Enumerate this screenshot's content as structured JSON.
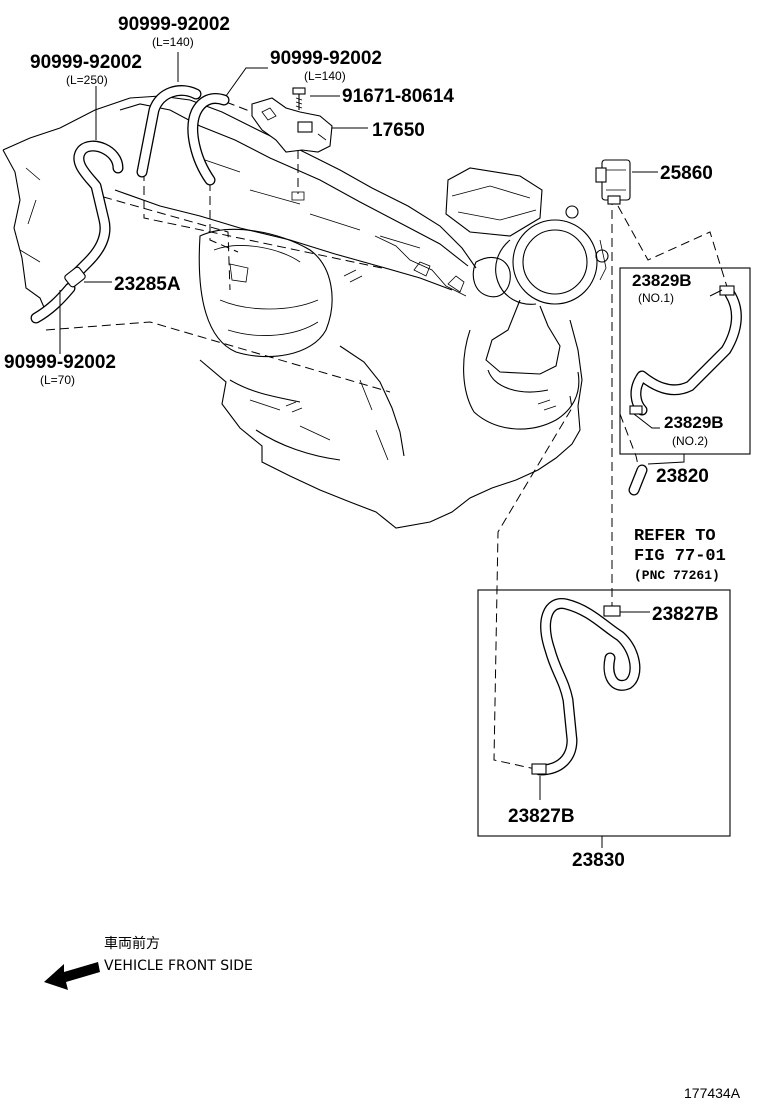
{
  "parts": {
    "hose_upper_left": {
      "number": "90999-92002",
      "length": "(L=140)"
    },
    "hose_left": {
      "number": "90999-92002",
      "length": "(L=250)"
    },
    "hose_upper_right": {
      "number": "90999-92002",
      "length": "(L=140)"
    },
    "hose_lower_left": {
      "number": "90999-92002",
      "length": "(L=70)"
    },
    "bolt": {
      "number": "91671-80614"
    },
    "vsv_bracket": {
      "number": "17650"
    },
    "vsv": {
      "number": "25860"
    },
    "filter": {
      "number": "23285A"
    },
    "clamp_no1": {
      "number": "23829B",
      "sub": "(NO.1)"
    },
    "clamp_no2": {
      "number": "23829B",
      "sub": "(NO.2)"
    },
    "hose_assy_upper": {
      "number": "23820"
    },
    "clamp_lower_top": {
      "number": "23827B"
    },
    "clamp_lower_bottom": {
      "number": "23827B"
    },
    "hose_assy_lower": {
      "number": "23830"
    }
  },
  "reference": {
    "line1": "REFER TO",
    "line2": "FIG 77-01",
    "line3": "(PNC 77261)"
  },
  "orientation": {
    "japanese": "車両前方",
    "english": "VEHICLE FRONT SIDE",
    "arrow_icon": "arrow-left-icon"
  },
  "illustration_code": "177434A"
}
